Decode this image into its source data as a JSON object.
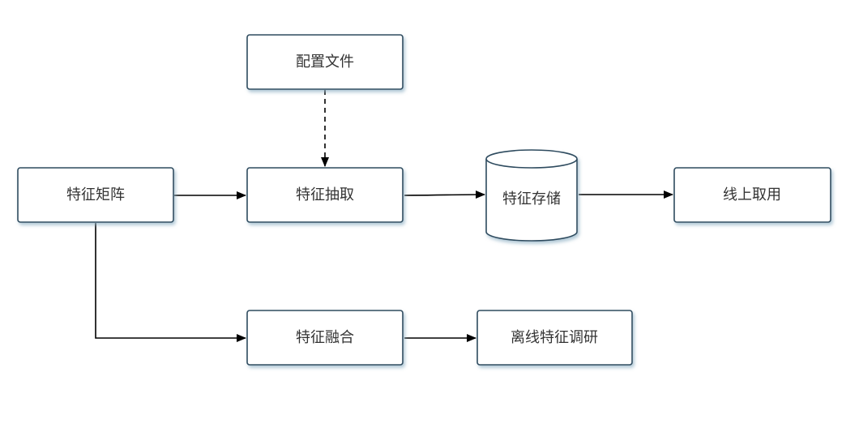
{
  "nodes": {
    "config_file": "配置文件",
    "feature_matrix": "特征矩阵",
    "feature_extraction": "特征抽取",
    "feature_storage": "特征存储",
    "online_fetch": "线上取用",
    "feature_fusion": "特征融合",
    "offline_research": "离线特征调研"
  },
  "edges": [
    {
      "from": "config_file",
      "to": "feature_extraction",
      "style": "dashed"
    },
    {
      "from": "feature_matrix",
      "to": "feature_extraction",
      "style": "solid"
    },
    {
      "from": "feature_extraction",
      "to": "feature_storage",
      "style": "solid"
    },
    {
      "from": "feature_storage",
      "to": "online_fetch",
      "style": "solid"
    },
    {
      "from": "feature_matrix",
      "to": "feature_fusion",
      "style": "solid"
    },
    {
      "from": "feature_fusion",
      "to": "offline_research",
      "style": "solid"
    }
  ],
  "colors": {
    "node_border": "#2f4b5e",
    "node_shadow": "#8fb0c4",
    "edge": "#000000",
    "text": "#333333"
  }
}
